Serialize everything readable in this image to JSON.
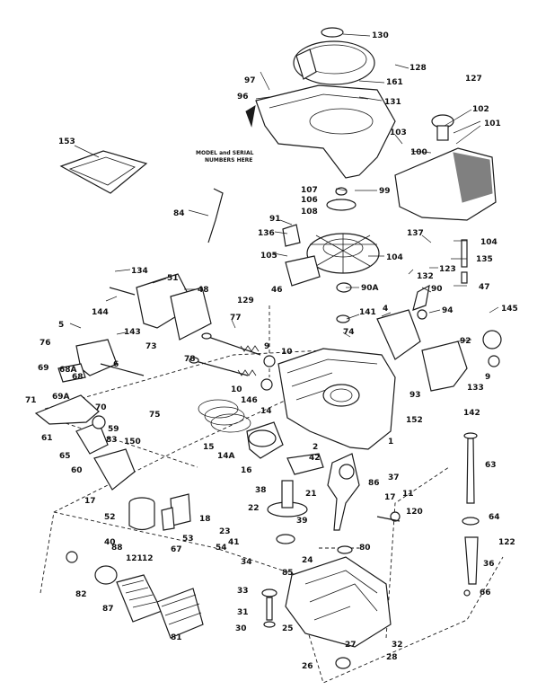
{
  "note": [
    "MODEL and SERIAL",
    "NUMBERS HERE"
  ],
  "labels": [
    {
      "key": "130",
      "text": "130"
    },
    {
      "key": "128",
      "text": "128"
    },
    {
      "key": "127",
      "text": "127"
    },
    {
      "key": "97",
      "text": "97"
    },
    {
      "key": "161",
      "text": "161"
    },
    {
      "key": "96",
      "text": "96"
    },
    {
      "key": "131",
      "text": "131"
    },
    {
      "key": "102",
      "text": "102"
    },
    {
      "key": "101",
      "text": "101"
    },
    {
      "key": "153",
      "text": "153"
    },
    {
      "key": "103",
      "text": "103"
    },
    {
      "key": "100",
      "text": "100"
    },
    {
      "key": "107",
      "text": "107"
    },
    {
      "key": "106",
      "text": "106"
    },
    {
      "key": "99",
      "text": "99"
    },
    {
      "key": "108",
      "text": "108"
    },
    {
      "key": "84",
      "text": "84"
    },
    {
      "key": "91",
      "text": "91"
    },
    {
      "key": "136",
      "text": "136"
    },
    {
      "key": "137",
      "text": "137"
    },
    {
      "key": "104a",
      "text": "104"
    },
    {
      "key": "105",
      "text": "105"
    },
    {
      "key": "104b",
      "text": "104"
    },
    {
      "key": "135",
      "text": "135"
    },
    {
      "key": "123",
      "text": "123"
    },
    {
      "key": "134",
      "text": "134"
    },
    {
      "key": "132",
      "text": "132"
    },
    {
      "key": "51",
      "text": "51"
    },
    {
      "key": "47",
      "text": "47"
    },
    {
      "key": "48",
      "text": "48"
    },
    {
      "key": "46",
      "text": "46"
    },
    {
      "key": "90A",
      "text": "90A"
    },
    {
      "key": "90",
      "text": "90"
    },
    {
      "key": "129",
      "text": "129"
    },
    {
      "key": "144",
      "text": "144"
    },
    {
      "key": "145",
      "text": "145"
    },
    {
      "key": "94",
      "text": "94"
    },
    {
      "key": "4",
      "text": "4"
    },
    {
      "key": "141",
      "text": "141"
    },
    {
      "key": "77",
      "text": "77"
    },
    {
      "key": "5",
      "text": "5"
    },
    {
      "key": "74",
      "text": "74"
    },
    {
      "key": "143",
      "text": "143"
    },
    {
      "key": "92",
      "text": "92"
    },
    {
      "key": "76",
      "text": "76"
    },
    {
      "key": "73",
      "text": "73"
    },
    {
      "key": "9a",
      "text": "9"
    },
    {
      "key": "10a",
      "text": "10"
    },
    {
      "key": "78",
      "text": "78"
    },
    {
      "key": "6",
      "text": "6"
    },
    {
      "key": "69",
      "text": "69"
    },
    {
      "key": "68A",
      "text": "68A"
    },
    {
      "key": "68",
      "text": "68"
    },
    {
      "key": "9b",
      "text": "9"
    },
    {
      "key": "10b",
      "text": "10"
    },
    {
      "key": "146",
      "text": "146"
    },
    {
      "key": "133",
      "text": "133"
    },
    {
      "key": "93",
      "text": "93"
    },
    {
      "key": "69A",
      "text": "69A"
    },
    {
      "key": "71",
      "text": "71"
    },
    {
      "key": "70",
      "text": "70"
    },
    {
      "key": "14",
      "text": "14"
    },
    {
      "key": "75",
      "text": "75"
    },
    {
      "key": "142",
      "text": "142"
    },
    {
      "key": "152",
      "text": "152"
    },
    {
      "key": "59",
      "text": "59"
    },
    {
      "key": "61",
      "text": "61"
    },
    {
      "key": "83",
      "text": "83"
    },
    {
      "key": "150",
      "text": "150"
    },
    {
      "key": "15",
      "text": "15"
    },
    {
      "key": "1",
      "text": "1"
    },
    {
      "key": "63",
      "text": "63"
    },
    {
      "key": "2",
      "text": "2"
    },
    {
      "key": "65",
      "text": "65"
    },
    {
      "key": "14A",
      "text": "14A"
    },
    {
      "key": "42",
      "text": "42"
    },
    {
      "key": "60",
      "text": "60"
    },
    {
      "key": "16",
      "text": "16"
    },
    {
      "key": "37",
      "text": "37"
    },
    {
      "key": "86",
      "text": "86"
    },
    {
      "key": "38",
      "text": "38"
    },
    {
      "key": "21",
      "text": "21"
    },
    {
      "key": "11",
      "text": "11"
    },
    {
      "key": "17a",
      "text": "17"
    },
    {
      "key": "17b",
      "text": "17"
    },
    {
      "key": "22",
      "text": "22"
    },
    {
      "key": "120",
      "text": "120"
    },
    {
      "key": "52",
      "text": "52"
    },
    {
      "key": "18",
      "text": "18"
    },
    {
      "key": "64",
      "text": "64"
    },
    {
      "key": "39",
      "text": "39"
    },
    {
      "key": "23",
      "text": "23"
    },
    {
      "key": "53",
      "text": "53"
    },
    {
      "key": "41",
      "text": "41"
    },
    {
      "key": "40",
      "text": "40"
    },
    {
      "key": "88",
      "text": "88"
    },
    {
      "key": "122",
      "text": "122"
    },
    {
      "key": "54",
      "text": "54"
    },
    {
      "key": "67",
      "text": "67"
    },
    {
      "key": "80",
      "text": "80"
    },
    {
      "key": "121",
      "text": "121"
    },
    {
      "key": "12",
      "text": "12"
    },
    {
      "key": "34",
      "text": "34"
    },
    {
      "key": "24",
      "text": "24"
    },
    {
      "key": "36",
      "text": "36"
    },
    {
      "key": "85",
      "text": "85"
    },
    {
      "key": "82",
      "text": "82"
    },
    {
      "key": "33",
      "text": "33"
    },
    {
      "key": "66",
      "text": "66"
    },
    {
      "key": "87",
      "text": "87"
    },
    {
      "key": "31",
      "text": "31"
    },
    {
      "key": "25",
      "text": "25"
    },
    {
      "key": "30",
      "text": "30"
    },
    {
      "key": "81",
      "text": "81"
    },
    {
      "key": "27",
      "text": "27"
    },
    {
      "key": "32",
      "text": "32"
    },
    {
      "key": "28",
      "text": "28"
    },
    {
      "key": "26",
      "text": "26"
    }
  ]
}
